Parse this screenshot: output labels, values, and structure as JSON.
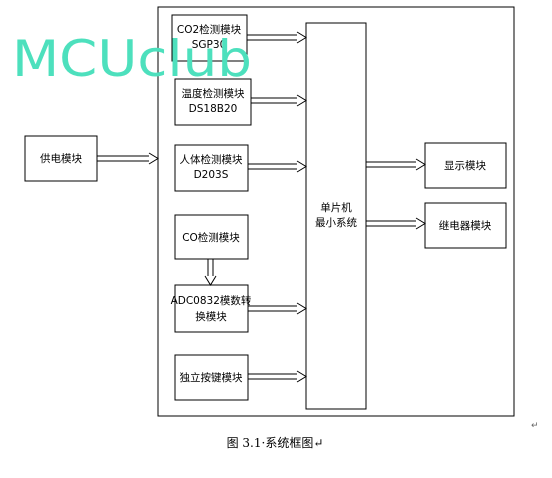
{
  "watermark": "MCUclub",
  "caption": "图 3.1·系统框图↵",
  "corner_mark": "↵",
  "blocks": {
    "co2": {
      "line1": "CO2检测模块",
      "line2": "SGP30"
    },
    "temp": {
      "line1": "温度检测模块",
      "line2": "DS18B20"
    },
    "human": {
      "line1": "人体检测模块",
      "line2": "D203S"
    },
    "co": {
      "line1": "CO检测模块"
    },
    "adc": {
      "line1": "ADC0832模数转",
      "line2": "换模块"
    },
    "key": {
      "line1": "独立按键模块"
    },
    "power": {
      "line1": "供电模块"
    },
    "mcu": {
      "line1": "单片机",
      "line2": "最小系统"
    },
    "display": {
      "line1": "显示模块"
    },
    "relay": {
      "line1": "继电器模块"
    }
  }
}
